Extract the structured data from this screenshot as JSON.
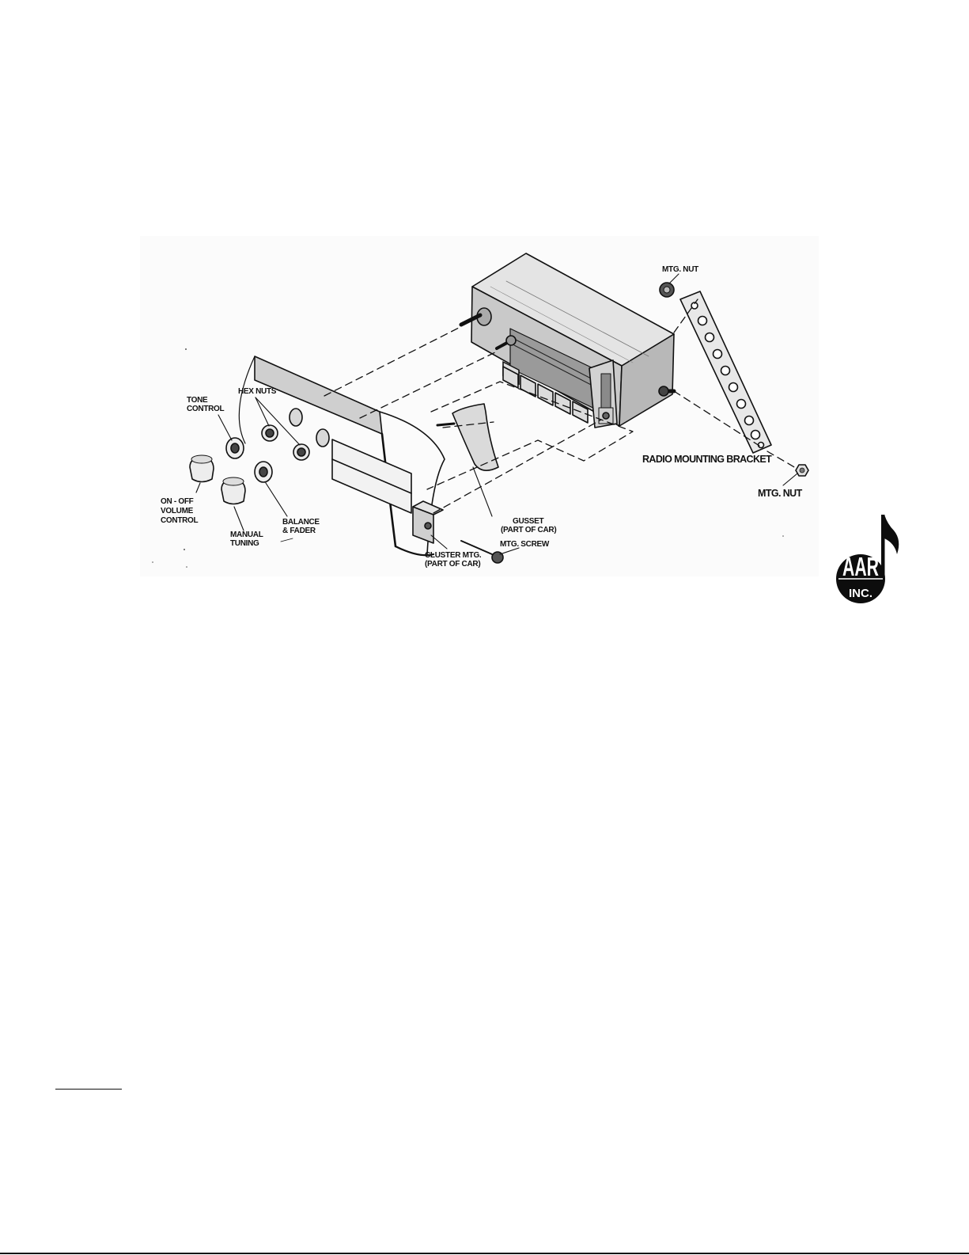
{
  "diagram": {
    "labels": {
      "mtg_nut_top": "MTG. NUT",
      "hex_nuts": "HEX NUTS",
      "tone_control_1": "TONE",
      "tone_control_2": "CONTROL",
      "radio_mounting_bracket": "RADIO MOUNTING BRACKET",
      "mtg_nut_bottom": "MTG. NUT",
      "on_off_1": "ON - OFF",
      "on_off_2": "VOLUME",
      "on_off_3": "CONTROL",
      "manual_tuning_1": "MANUAL",
      "manual_tuning_2": "TUNING",
      "balance_fader_1": "BALANCE",
      "balance_fader_2": "& FADER",
      "gusset_1": "GUSSET",
      "gusset_2": "(PART OF CAR)",
      "cluster_mtg_1": "CLUSTER MTG.",
      "cluster_mtg_2": "(PART OF CAR)",
      "mtg_screw": "MTG. SCREW"
    }
  },
  "logo": {
    "line1": "AAR",
    "line2": "INC."
  }
}
